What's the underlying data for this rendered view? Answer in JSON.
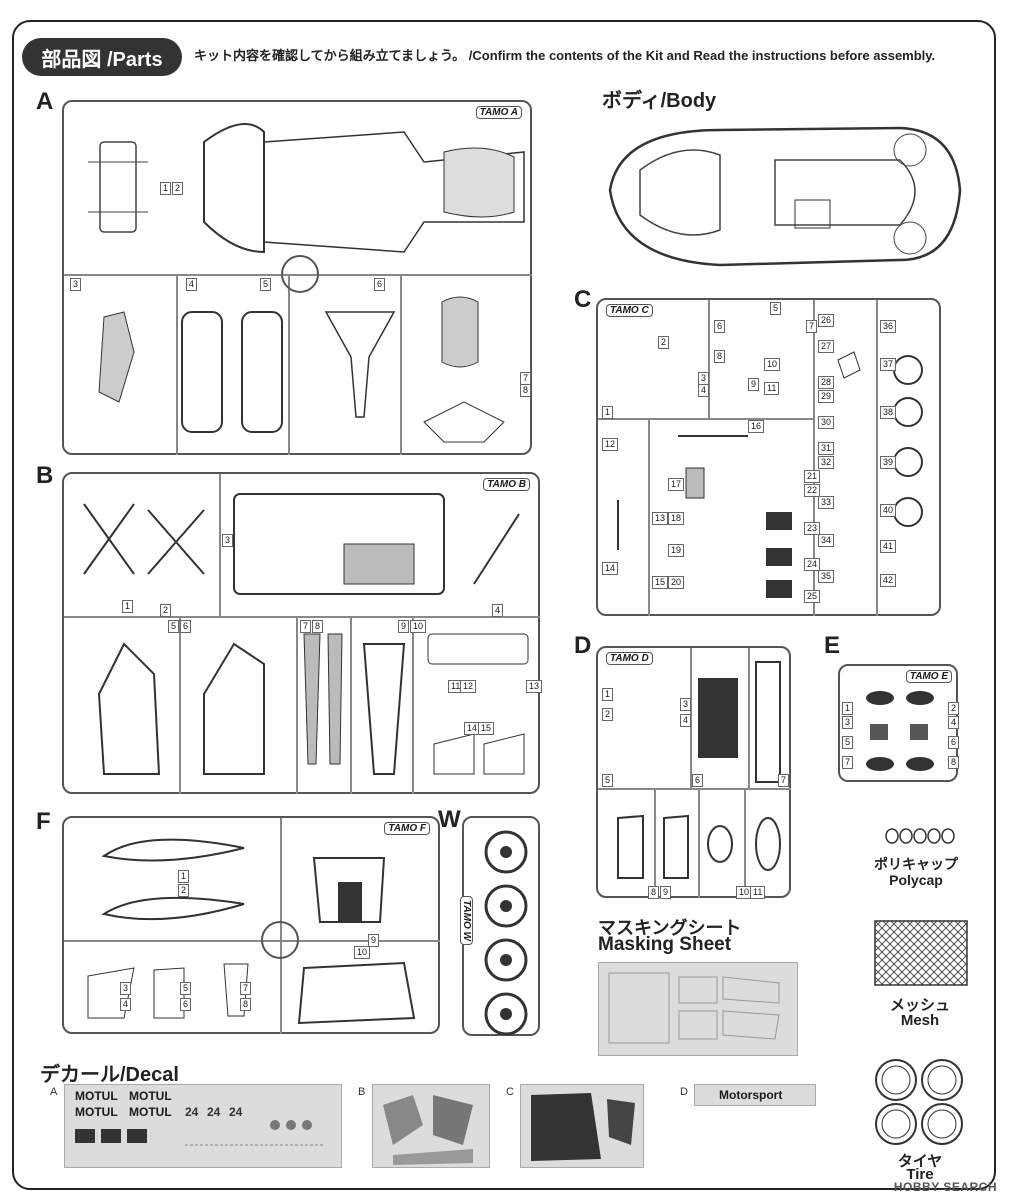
{
  "header": {
    "title": "部品図 /Parts",
    "note": "キット内容を確認してから組み立てましょう。 /Confirm the contents of the Kit and Read the instructions before assembly."
  },
  "sprue_a": {
    "letter": "A",
    "logo": "TAMO A",
    "nums": [
      "1",
      "2",
      "3",
      "4",
      "5",
      "6",
      "7",
      "8"
    ]
  },
  "body": {
    "label": "ボディ/Body"
  },
  "sprue_c": {
    "letter": "C",
    "logo": "TAMO C",
    "nums": [
      "1",
      "2",
      "3",
      "4",
      "5",
      "6",
      "7",
      "8",
      "9",
      "10",
      "11",
      "12",
      "13",
      "14",
      "15",
      "16",
      "17",
      "18",
      "19",
      "20",
      "21",
      "22",
      "23",
      "24",
      "25",
      "26",
      "27",
      "28",
      "29",
      "30",
      "31",
      "32",
      "33",
      "34",
      "35",
      "36",
      "37",
      "38",
      "39",
      "40",
      "41",
      "42"
    ]
  },
  "sprue_b": {
    "letter": "B",
    "logo": "TAMO B",
    "nums": [
      "1",
      "2",
      "3",
      "4",
      "5",
      "6",
      "7",
      "8",
      "9",
      "10",
      "11",
      "12",
      "13",
      "14",
      "15"
    ]
  },
  "sprue_d": {
    "letter": "D",
    "logo": "TAMO D",
    "nums": [
      "1",
      "2",
      "3",
      "4",
      "5",
      "6",
      "7",
      "8",
      "9",
      "10",
      "11"
    ]
  },
  "sprue_e": {
    "letter": "E",
    "logo": "TAMO E",
    "nums": [
      "1",
      "2",
      "3",
      "4",
      "5",
      "6",
      "7",
      "8"
    ]
  },
  "sprue_f": {
    "letter": "F",
    "logo": "TAMO F",
    "nums": [
      "1",
      "2",
      "3",
      "4",
      "5",
      "6",
      "7",
      "8",
      "9",
      "10"
    ]
  },
  "sprue_w": {
    "letter": "W",
    "logo": "TAMO W"
  },
  "polycap": {
    "jp": "ポリキャップ",
    "en": "Polycap"
  },
  "masking": {
    "jp": "マスキングシート",
    "en": "Masking Sheet"
  },
  "mesh": {
    "jp": "メッシュ",
    "en": "Mesh"
  },
  "tire": {
    "jp": "タイヤ",
    "en": "Tire"
  },
  "decal": {
    "title": "デカール/Decal",
    "sheets": [
      "A",
      "B",
      "C",
      "D"
    ],
    "a_texts": [
      "MOTUL",
      "MOTUL",
      "MOTUL",
      "MOTUL",
      "24",
      "24",
      "24"
    ],
    "d_text": "Motorsport"
  },
  "watermark": "HOBBY SEARCH",
  "colors": {
    "line": "#555555",
    "dark": "#333333",
    "decal": "#dcdcdc"
  }
}
